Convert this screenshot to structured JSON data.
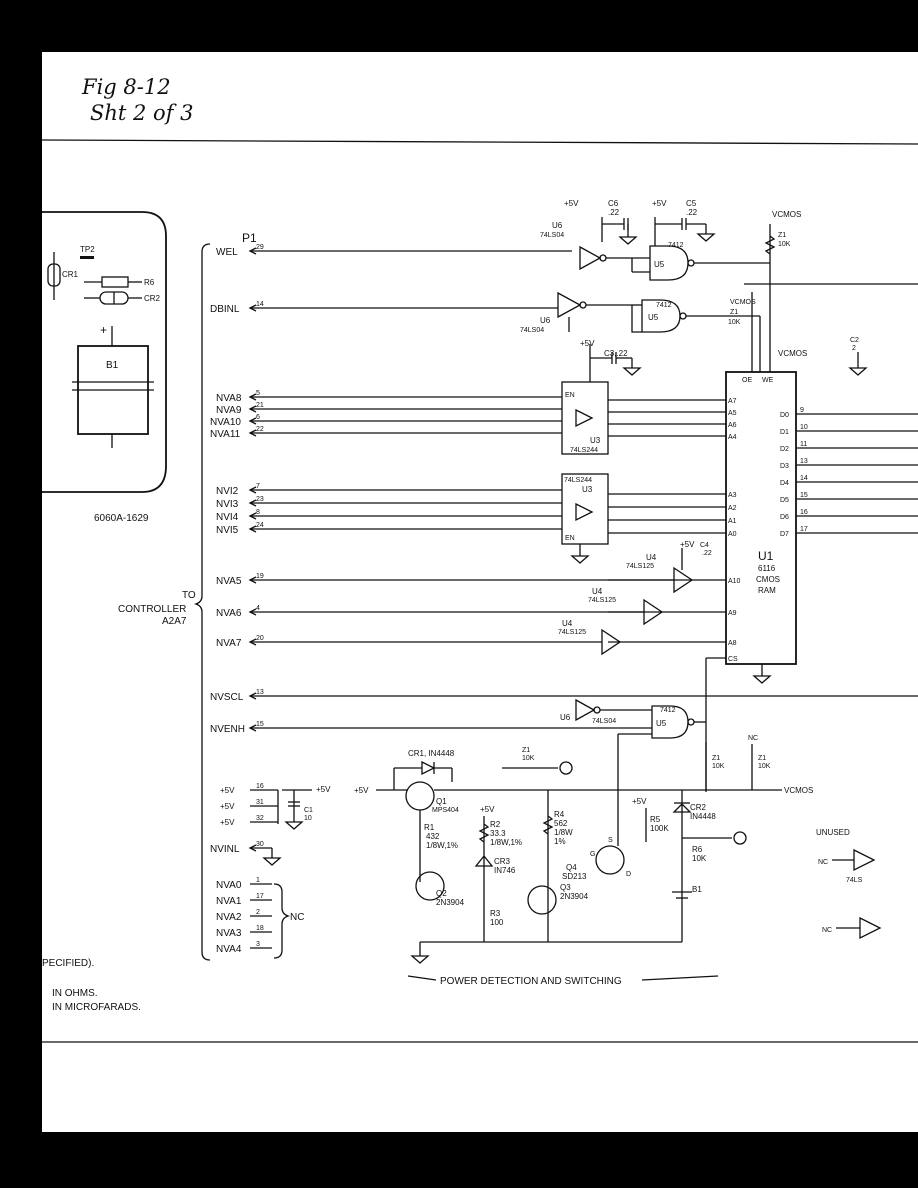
{
  "handwritten": {
    "line1": "Fig 8-12",
    "line2": "Sht 2 of 3"
  },
  "inset": {
    "tp": "TP2",
    "cr1": "CR1",
    "r6": "R6",
    "cr2": "CR2",
    "b1": "B1",
    "plus": "+",
    "drawing_no": "6060A-1629"
  },
  "connector": {
    "name": "P1",
    "to": "TO",
    "controller": "CONTROLLER",
    "ref": "A2A7",
    "signals": [
      {
        "name": "WEL",
        "pin": "29"
      },
      {
        "name": "DBINL",
        "pin": "14"
      },
      {
        "name": "NVA8",
        "pin": "5"
      },
      {
        "name": "NVA9",
        "pin": "21"
      },
      {
        "name": "NVA10",
        "pin": "6"
      },
      {
        "name": "NVA11",
        "pin": "22"
      },
      {
        "name": "NVI2",
        "pin": "7"
      },
      {
        "name": "NVI3",
        "pin": "23"
      },
      {
        "name": "NVI4",
        "pin": "8"
      },
      {
        "name": "NVI5",
        "pin": "24"
      },
      {
        "name": "NVA5",
        "pin": "19"
      },
      {
        "name": "NVA6",
        "pin": "4"
      },
      {
        "name": "NVA7",
        "pin": "20"
      },
      {
        "name": "NVSCL",
        "pin": "13"
      },
      {
        "name": "NVENH",
        "pin": "15"
      },
      {
        "name": "NVINL",
        "pin": "30"
      }
    ]
  },
  "nc_signals": [
    {
      "name": "NVA0",
      "pin": "1"
    },
    {
      "name": "NVA1",
      "pin": "17"
    },
    {
      "name": "NVA2",
      "pin": "2"
    },
    {
      "name": "NVA3",
      "pin": "18"
    },
    {
      "name": "NVA4",
      "pin": "3"
    }
  ],
  "nc_label": "NC",
  "power_pins": [
    {
      "label": "+5V",
      "pin": "16"
    },
    {
      "label": "+5V",
      "pin": "31"
    },
    {
      "label": "+5V",
      "pin": "32"
    }
  ],
  "plus5v": "+5V",
  "vcmos": "VCMOS",
  "unused": "UNUSED",
  "parts": {
    "u6": "U6",
    "ls04": "74LS04",
    "u5": "U5",
    "p7412": "7412",
    "u3": "U3",
    "ls244": "74LS244",
    "u4": "U4",
    "ls125": "74LS125",
    "c6": "C6",
    "c6v": ".22",
    "c5": "C5",
    "c5v": ".22",
    "c3": "C3,.22",
    "c4": "C4",
    "c4v": ".22",
    "c1": "C1",
    "c1v": "10",
    "c2": "C2",
    "z1": "Z1",
    "z1v": "10K",
    "en": "EN",
    "oe": "OE",
    "we": "WE",
    "cs": "CS",
    "u1": "U1",
    "u1a": "6116",
    "u1b": "CMOS",
    "u1c": "RAM",
    "cr1": "CR1, IN4448",
    "q1": "Q1",
    "q1v": "MPS404",
    "r1": "R1",
    "r1a": "432",
    "r1b": "1/8W,1%",
    "r2": "R2",
    "r2a": "33.3",
    "r2b": "1/8W,1%",
    "cr3": "CR3",
    "cr3v": "IN746",
    "r3": "R3",
    "r3v": "100",
    "q2": "Q2",
    "q2v": "2N3904",
    "q3": "Q3",
    "q3v": "2N3904",
    "r4": "R4",
    "r4a": "562",
    "r4b": "1/8W",
    "r4c": "1%",
    "q4": "Q4",
    "q4v": "SD213",
    "r5": "R5",
    "r5v": "100K",
    "cr2": "CR2",
    "cr2v": "IN4448",
    "r6": "R6",
    "r6v": "10K",
    "b1": "B1",
    "g": "G",
    "s": "S",
    "d": "D",
    "nc": "NC"
  },
  "ram_pins_left": [
    "A7",
    "A5",
    "A6",
    "A4",
    "A3",
    "A2",
    "A1",
    "A0",
    "A10",
    "A9",
    "A8"
  ],
  "ram_pins_right": [
    "D0",
    "D1",
    "D2",
    "D3",
    "D4",
    "D5",
    "D6",
    "D7"
  ],
  "ram_right_nums": [
    "9",
    "10",
    "11",
    "13",
    "14",
    "15",
    "16",
    "17"
  ],
  "section_title": "POWER DETECTION AND SWITCHING",
  "notes": [
    "PECIFIED).",
    "IN OHMS.",
    "IN MICROFARADS."
  ],
  "unused_part": "74LS",
  "c2_val": "2"
}
